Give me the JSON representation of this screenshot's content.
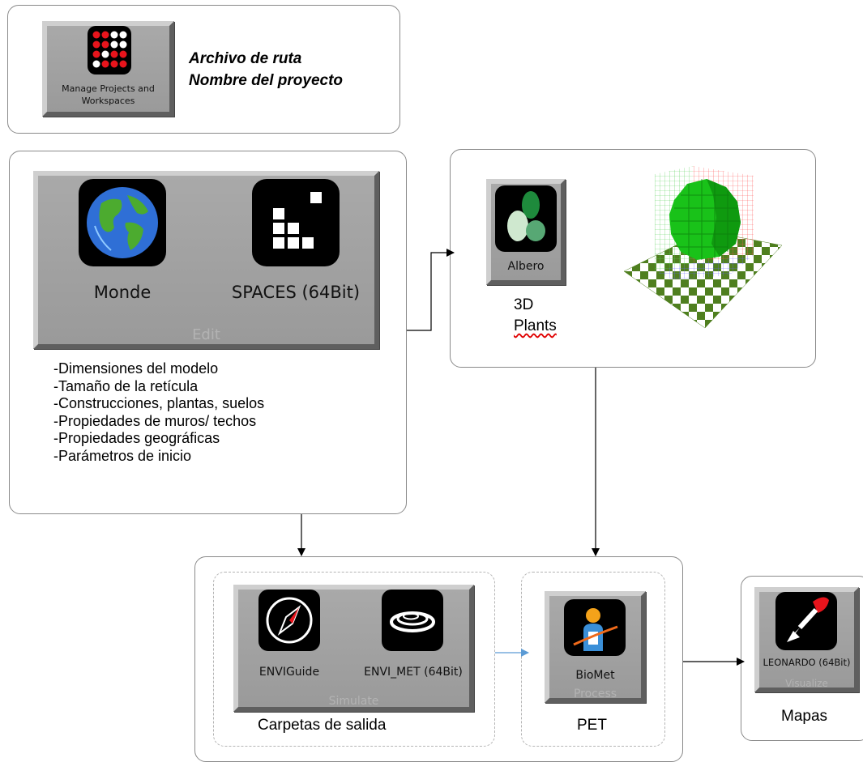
{
  "projects": {
    "tile_label": "Manage Projects and Workspaces",
    "line1": "Archivo de ruta",
    "line2": "Nombre del proyecto"
  },
  "edit": {
    "monde_label": "Monde",
    "spaces_label": "SPACES (64Bit)",
    "group_label": "Edit",
    "items": [
      "-Dimensiones del modelo",
      "-Tamaño de la retícula",
      "-Construcciones, plantas, suelos",
      "-Propiedades de muros/ techos",
      "-Propiedades geográficas",
      "-Parámetros de inicio"
    ]
  },
  "plants": {
    "albero_label": "Albero",
    "caption_line1": "3D",
    "caption_line2": "Plants"
  },
  "simulate": {
    "envi_guide_label": "ENVIGuide",
    "envi_met_label": "ENVI_MET (64Bit)",
    "group_label": "Simulate",
    "caption": "Carpetas de salida"
  },
  "process": {
    "biomet_label": "BioMet",
    "group_label": "Process",
    "caption": "PET"
  },
  "visualize": {
    "leonardo_label": "LEONARDO (64Bit)",
    "group_label": "Visualize",
    "caption": "Mapas"
  },
  "colors": {
    "link_arrow": "#5b9bd5",
    "tree_green": "#19c219",
    "checker_green": "#4f7f1f",
    "spellcheck_red": "#e00000"
  }
}
